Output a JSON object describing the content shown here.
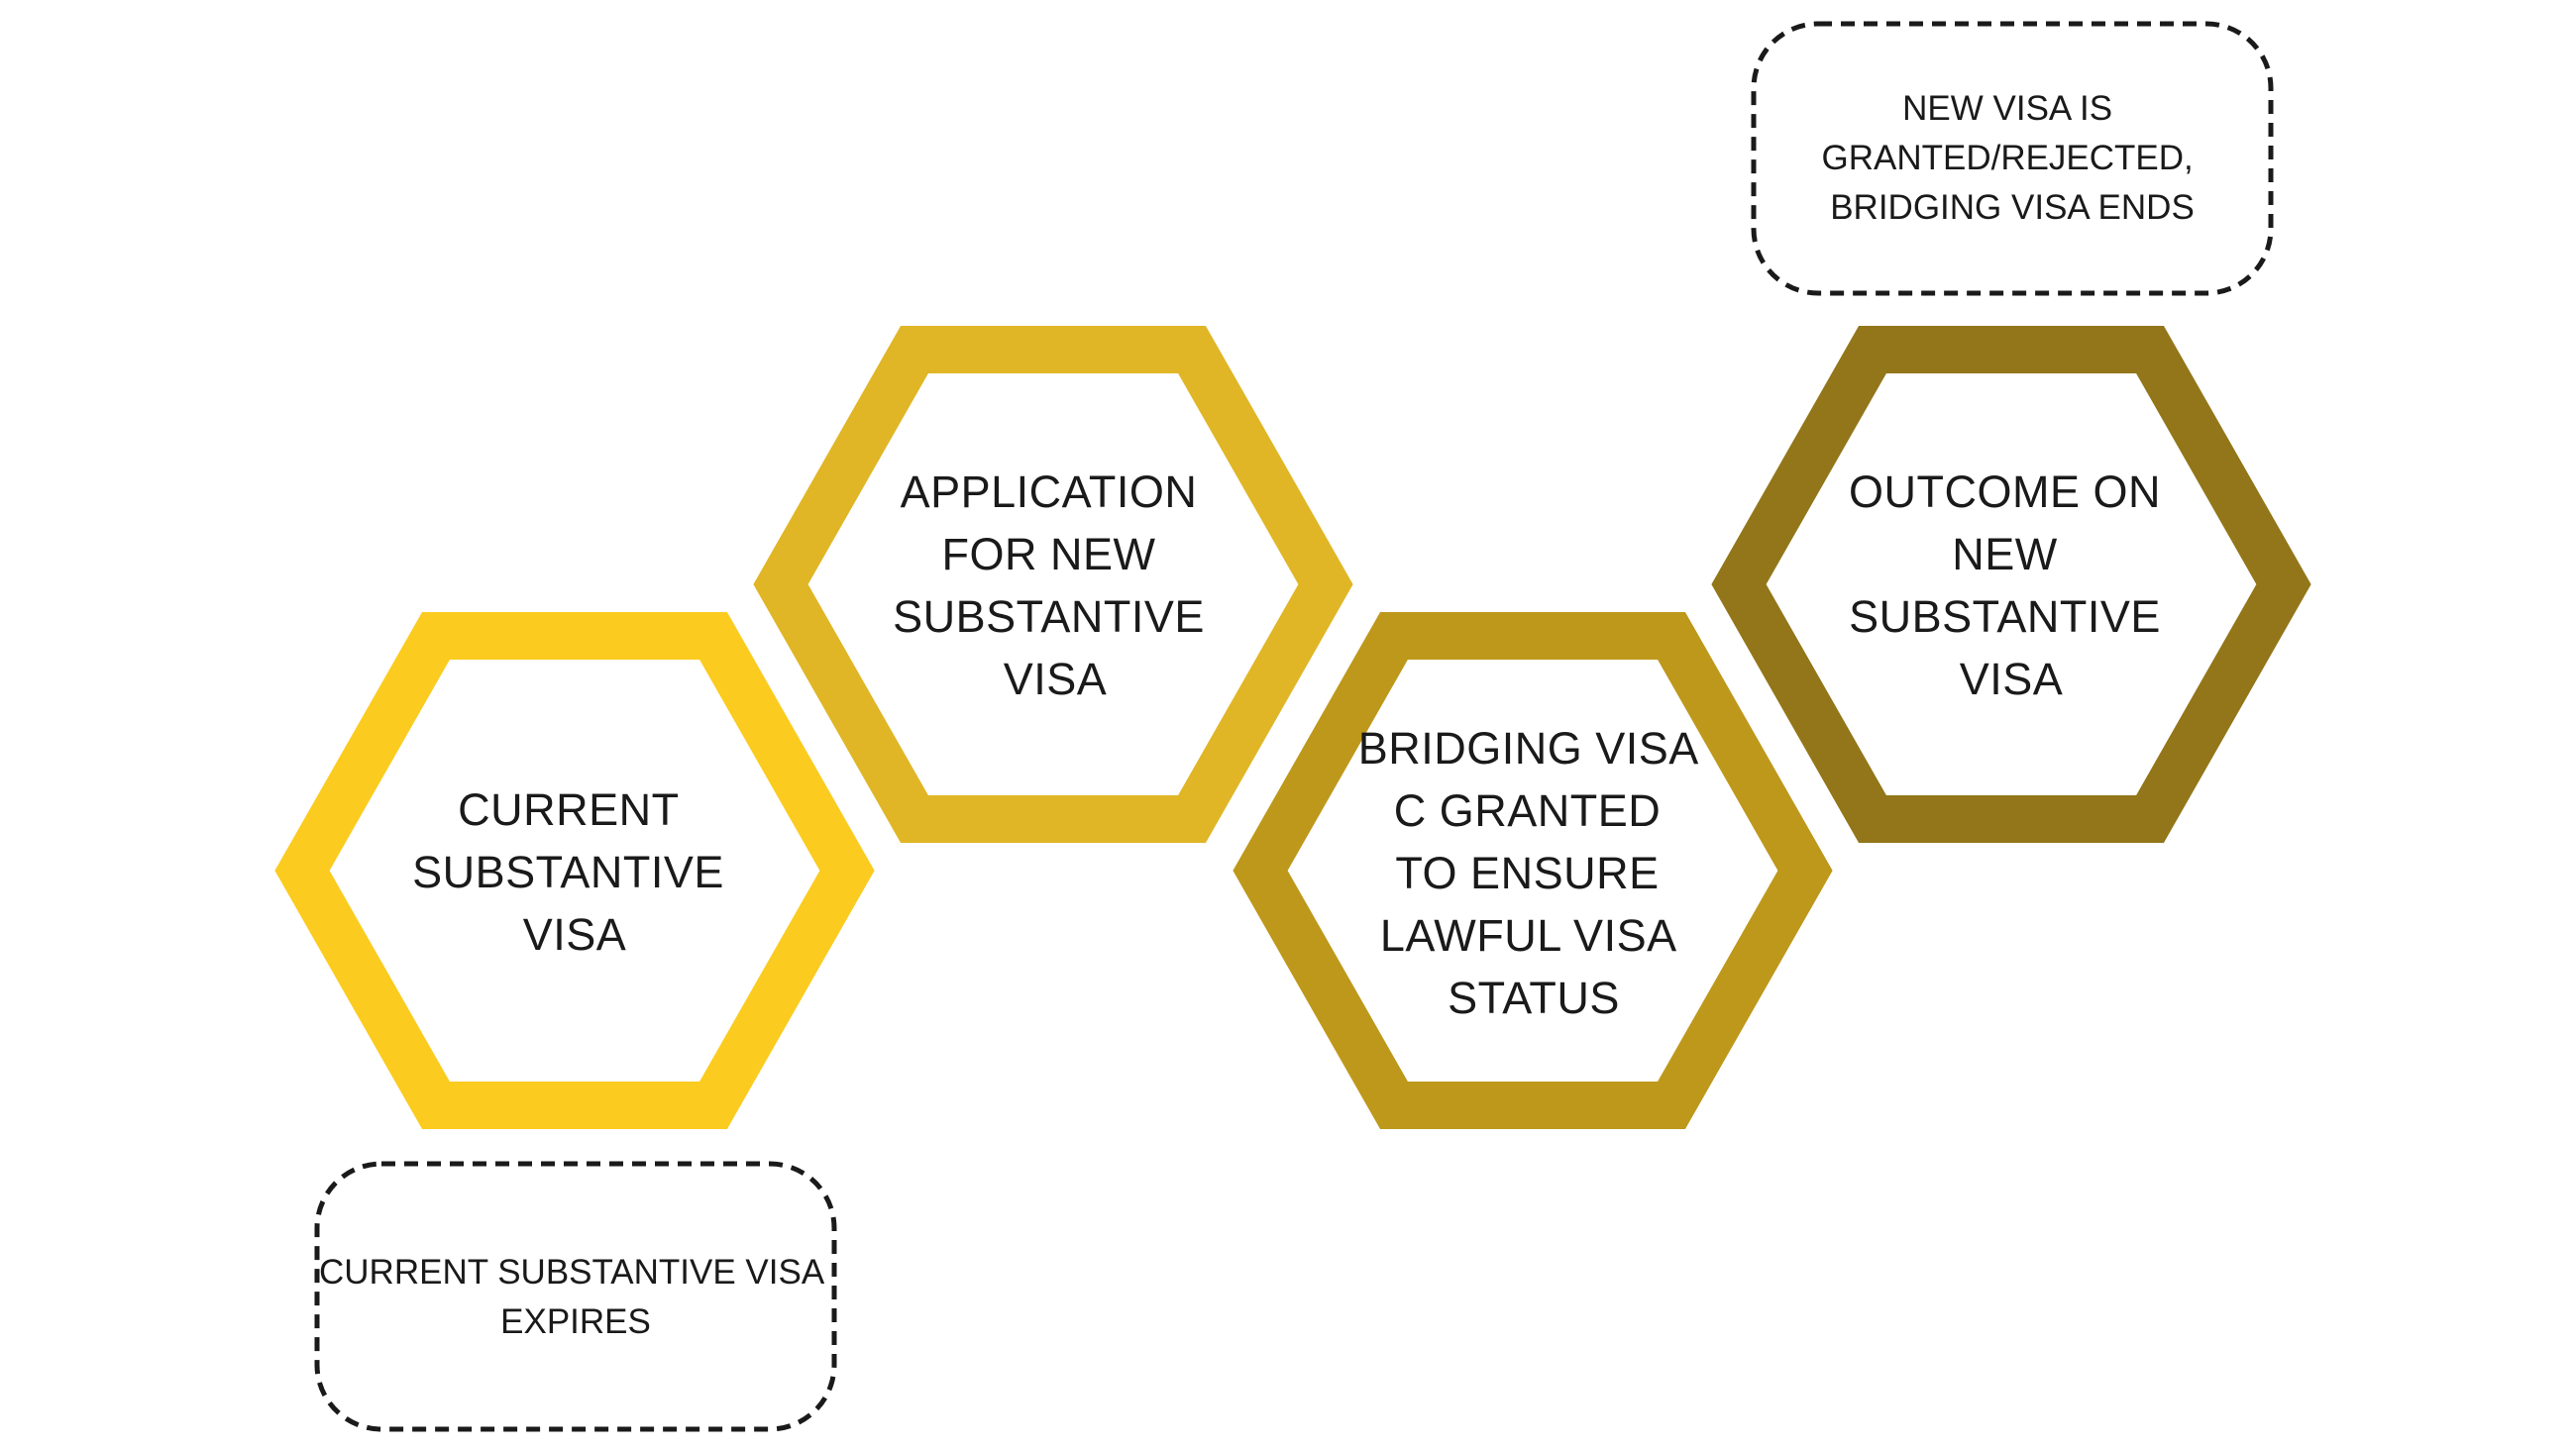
{
  "colors": {
    "hex1": "#FBCB1F",
    "hex2": "#E0B626",
    "hex3": "#BE981B",
    "hex4": "#927619",
    "text": "#1A1A1A",
    "note_border": "#1A1A1A"
  },
  "hexagons": [
    {
      "id": "current-visa",
      "lines": [
        "CURRENT",
        "SUBSTANTIVE",
        "VISA"
      ]
    },
    {
      "id": "application",
      "lines": [
        "APPLICATION",
        "FOR NEW",
        "SUBSTANTIVE",
        "VISA"
      ]
    },
    {
      "id": "bridging-visa",
      "lines": [
        "BRIDGING VISA",
        "C GRANTED",
        "TO ENSURE",
        "LAWFUL VISA",
        "STATUS"
      ]
    },
    {
      "id": "outcome",
      "lines": [
        "OUTCOME ON",
        "NEW",
        "SUBSTANTIVE",
        "VISA"
      ]
    }
  ],
  "notes": [
    {
      "id": "visa-expires",
      "lines": [
        "CURRENT SUBSTANTIVE VISA",
        "EXPIRES"
      ]
    },
    {
      "id": "visa-decision",
      "lines": [
        "NEW VISA IS",
        "GRANTED/REJECTED,",
        "BRIDGING VISA ENDS"
      ]
    }
  ]
}
